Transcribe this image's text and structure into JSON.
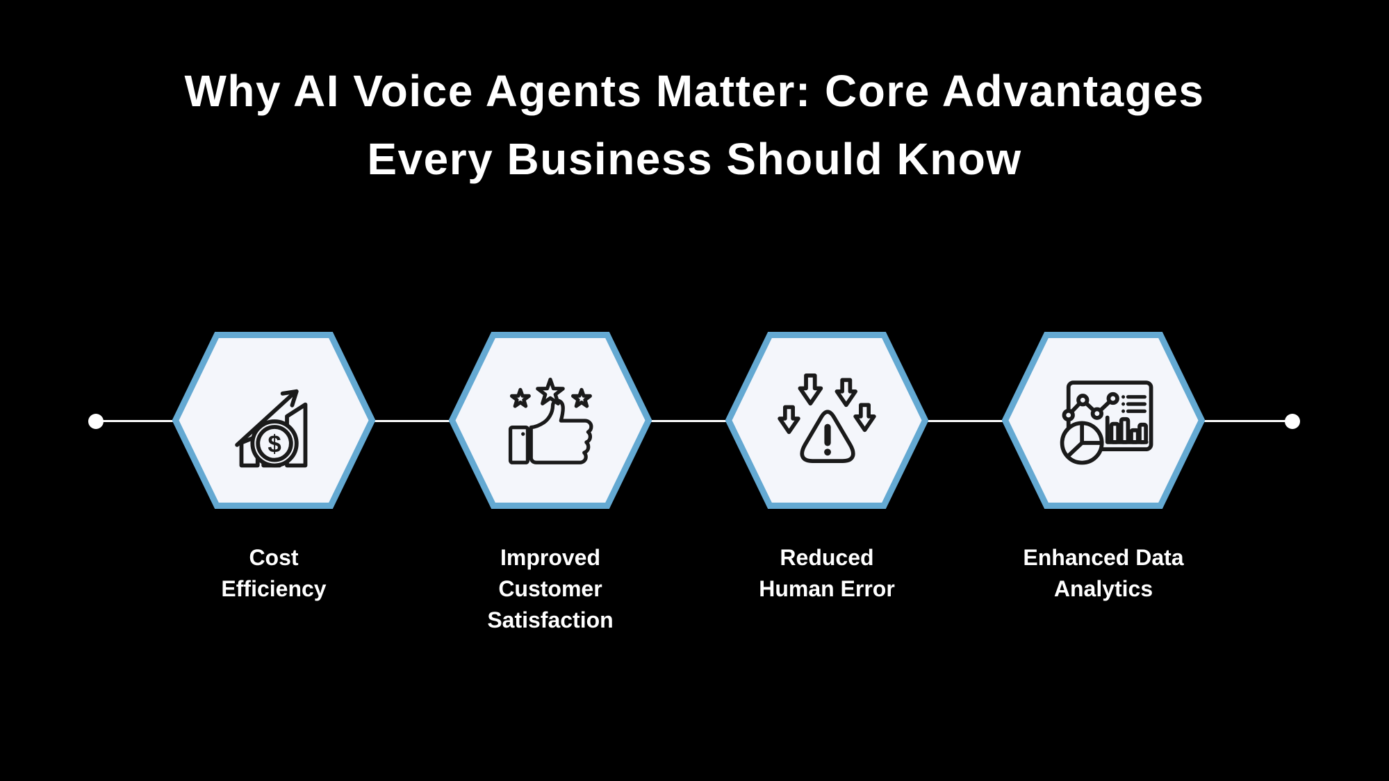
{
  "title": "Why AI Voice Agents Matter: Core Advantages\nEvery Business Should Know",
  "steps": [
    {
      "label": "Cost\nEfficiency",
      "icon": "cost-efficiency-icon"
    },
    {
      "label": "Improved\nCustomer\nSatisfaction",
      "icon": "customer-satisfaction-icon"
    },
    {
      "label": "Reduced\nHuman Error",
      "icon": "reduced-human-error-icon"
    },
    {
      "label": "Enhanced Data\nAnalytics",
      "icon": "data-analytics-icon"
    }
  ],
  "colors": {
    "background": "#000000",
    "title_color": "#ffffff",
    "label_color": "#ffffff",
    "hex_border": "#64a9d2",
    "hex_fill": "#f4f6fb",
    "icon_stroke": "#1a1a1a",
    "connector": "#ffffff"
  }
}
